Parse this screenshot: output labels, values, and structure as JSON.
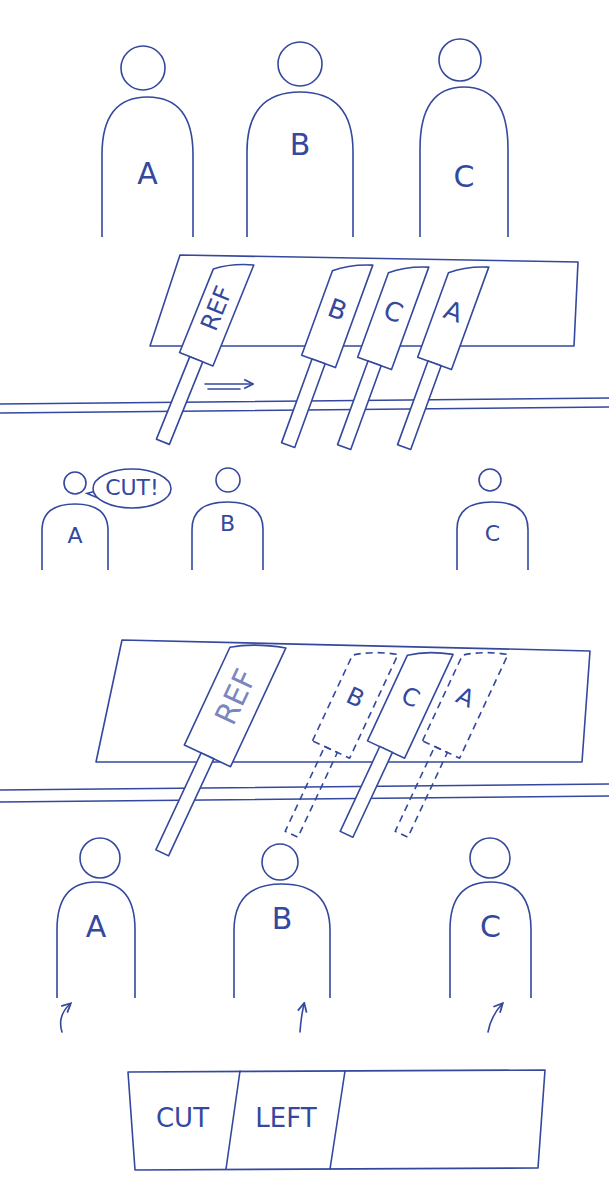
{
  "diagram": {
    "nodes": [
      {
        "text": [
          "A"
        ]
      },
      {
        "text": [
          "B"
        ]
      },
      {
        "text": [
          "C"
        ]
      },
      {
        "text": [
          "REF"
        ]
      },
      {
        "text": [
          "B"
        ]
      },
      {
        "text": [
          "C"
        ]
      },
      {
        "text": [
          "A"
        ]
      },
      {
        "text": [
          "A"
        ]
      },
      {
        "text": [
          "CUT!"
        ]
      },
      {
        "text": [
          "B"
        ]
      },
      {
        "text": [
          "C"
        ]
      },
      {
        "text": [
          "REF"
        ]
      },
      {
        "text": [
          "B"
        ]
      },
      {
        "text": [
          "C"
        ]
      },
      {
        "text": [
          "A"
        ]
      },
      {
        "text": [
          "A"
        ]
      },
      {
        "text": [
          "B"
        ]
      },
      {
        "text": [
          "C"
        ]
      }
    ],
    "labels": [
      "CUT",
      "LEFT"
    ]
  }
}
